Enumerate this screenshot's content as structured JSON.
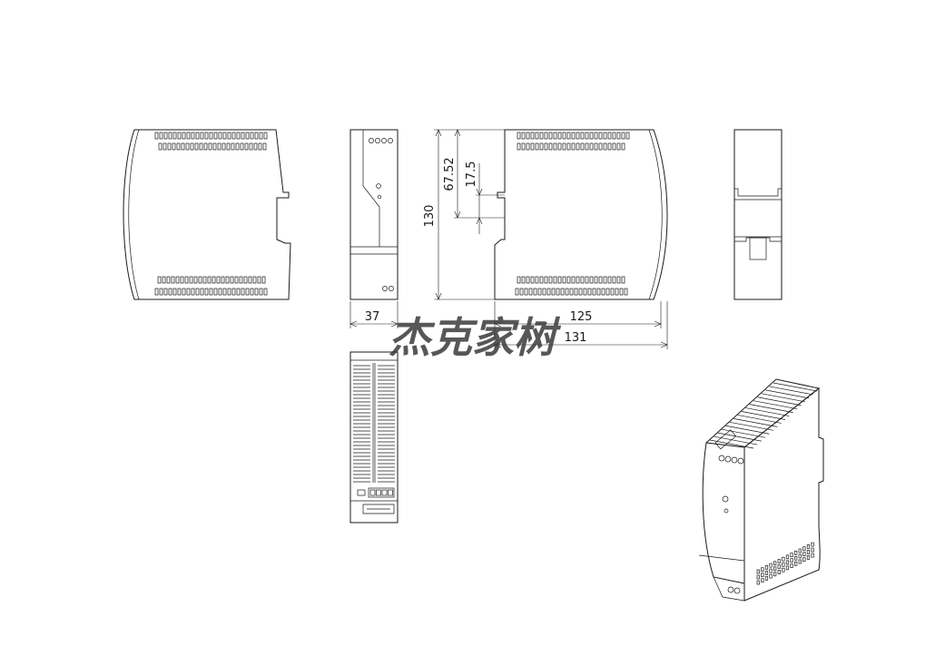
{
  "dimensions": {
    "height": "130",
    "rail_center": "67.52",
    "rail_half": "17.5",
    "width_front": "37",
    "depth_body": "125",
    "depth_total": "131"
  },
  "watermark": "杰克家树"
}
